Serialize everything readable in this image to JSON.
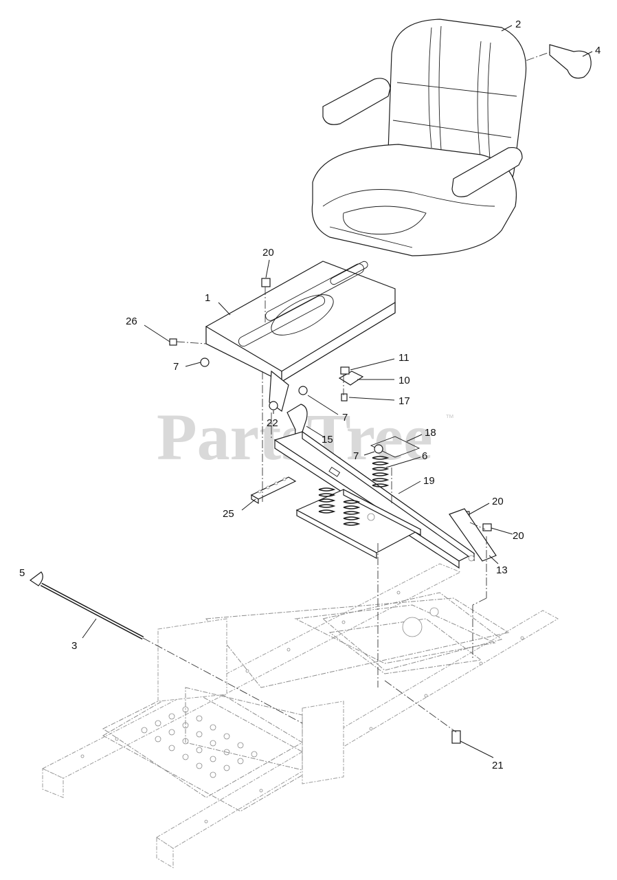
{
  "watermark": {
    "text": "PartsTree",
    "trademark": "™"
  },
  "callouts": [
    {
      "id": "c1",
      "label": "1"
    },
    {
      "id": "c2",
      "label": "2"
    },
    {
      "id": "c3",
      "label": "3"
    },
    {
      "id": "c4",
      "label": "4"
    },
    {
      "id": "c5",
      "label": "5"
    },
    {
      "id": "c6",
      "label": "6"
    },
    {
      "id": "c7a",
      "label": "7"
    },
    {
      "id": "c7b",
      "label": "7"
    },
    {
      "id": "c7c",
      "label": "7"
    },
    {
      "id": "c10",
      "label": "10"
    },
    {
      "id": "c11",
      "label": "11"
    },
    {
      "id": "c13",
      "label": "13"
    },
    {
      "id": "c15",
      "label": "15"
    },
    {
      "id": "c17",
      "label": "17"
    },
    {
      "id": "c18",
      "label": "18"
    },
    {
      "id": "c19",
      "label": "19"
    },
    {
      "id": "c20a",
      "label": "20"
    },
    {
      "id": "c20b",
      "label": "20"
    },
    {
      "id": "c20c",
      "label": "20"
    },
    {
      "id": "c21",
      "label": "21"
    },
    {
      "id": "c22",
      "label": "22"
    },
    {
      "id": "c25",
      "label": "25"
    },
    {
      "id": "c26",
      "label": "26"
    }
  ]
}
